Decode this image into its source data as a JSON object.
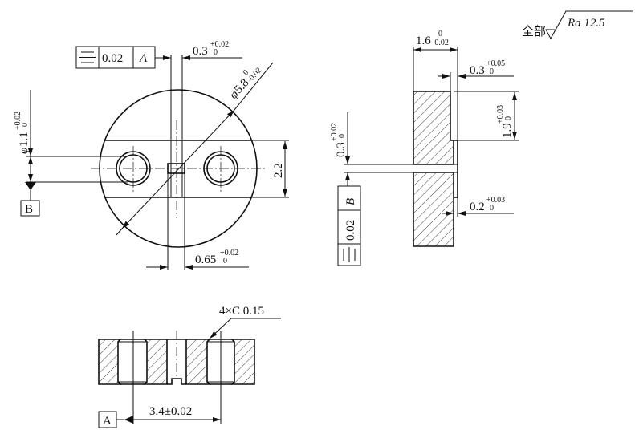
{
  "front_view": {
    "fcf": {
      "symbol": "symmetry-icon",
      "tolerance": "0.02",
      "datum": "A"
    },
    "slot_width": {
      "base": "0.3",
      "upper": "+0.02",
      "lower": "0"
    },
    "diameter": {
      "prefix": "φ",
      "base": "5.8",
      "upper": "0",
      "lower": "-0.02"
    },
    "hole_diameter": {
      "prefix": "φ",
      "base": "1.1",
      "upper": "+0.02",
      "lower": "0"
    },
    "band_height": "2.2",
    "datum_b": "B",
    "slot_offset": {
      "base": "0.65",
      "upper": "+0.02",
      "lower": "0"
    }
  },
  "side_view": {
    "roughness": {
      "prefix": "全部",
      "value": "Ra 12.5"
    },
    "thickness": {
      "base": "1.6",
      "upper": "0",
      "lower": "-0.02"
    },
    "step_depth": {
      "base": "0.3",
      "upper": "+0.05",
      "lower": "0"
    },
    "step_height": {
      "base": "1.9",
      "upper": "+0.03",
      "lower": "0"
    },
    "slot_width": {
      "base": "0.3",
      "upper": "+0.02",
      "lower": "0"
    },
    "boss_depth": {
      "base": "0.2",
      "upper": "+0.03",
      "lower": "0"
    },
    "fcf": {
      "symbol": "symmetry-icon",
      "tolerance": "0.02",
      "datum": "B"
    }
  },
  "section_view": {
    "chamfer": "4×C 0.15",
    "hole_spacing": "3.4±0.02",
    "datum_a": "A"
  }
}
